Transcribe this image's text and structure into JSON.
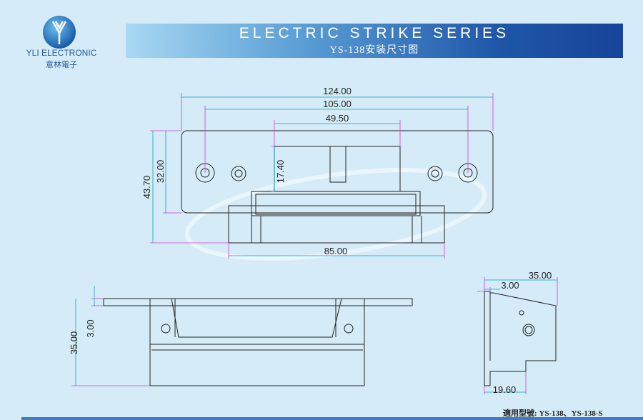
{
  "brand": {
    "name": "YLI ELECTRONIC",
    "name_cn": "意林電子"
  },
  "banner": {
    "title": "ELECTRIC STRIKE SERIES",
    "subtitle": "YS-138安装尺寸图"
  },
  "dimensions": {
    "top_total_width": "124.00",
    "top_hole_spacing": "105.00",
    "top_body_width": "49.50",
    "top_body_depth": "17.40",
    "top_plate_height": "32.00",
    "top_total_height": "43.70",
    "top_housing_width": "85.00",
    "side_depth": "35.00",
    "side_plate": "3.00",
    "side_bottom": "19.60",
    "front_depth": "35.00",
    "front_plate": "3.00"
  },
  "footer": {
    "models": "適用型號: YS-138、YS-138-S"
  },
  "colors": {
    "background": "#d5ecf8",
    "banner": "#1f56a8",
    "dimension": "#00a6c4",
    "extension": "#d23ad0"
  }
}
